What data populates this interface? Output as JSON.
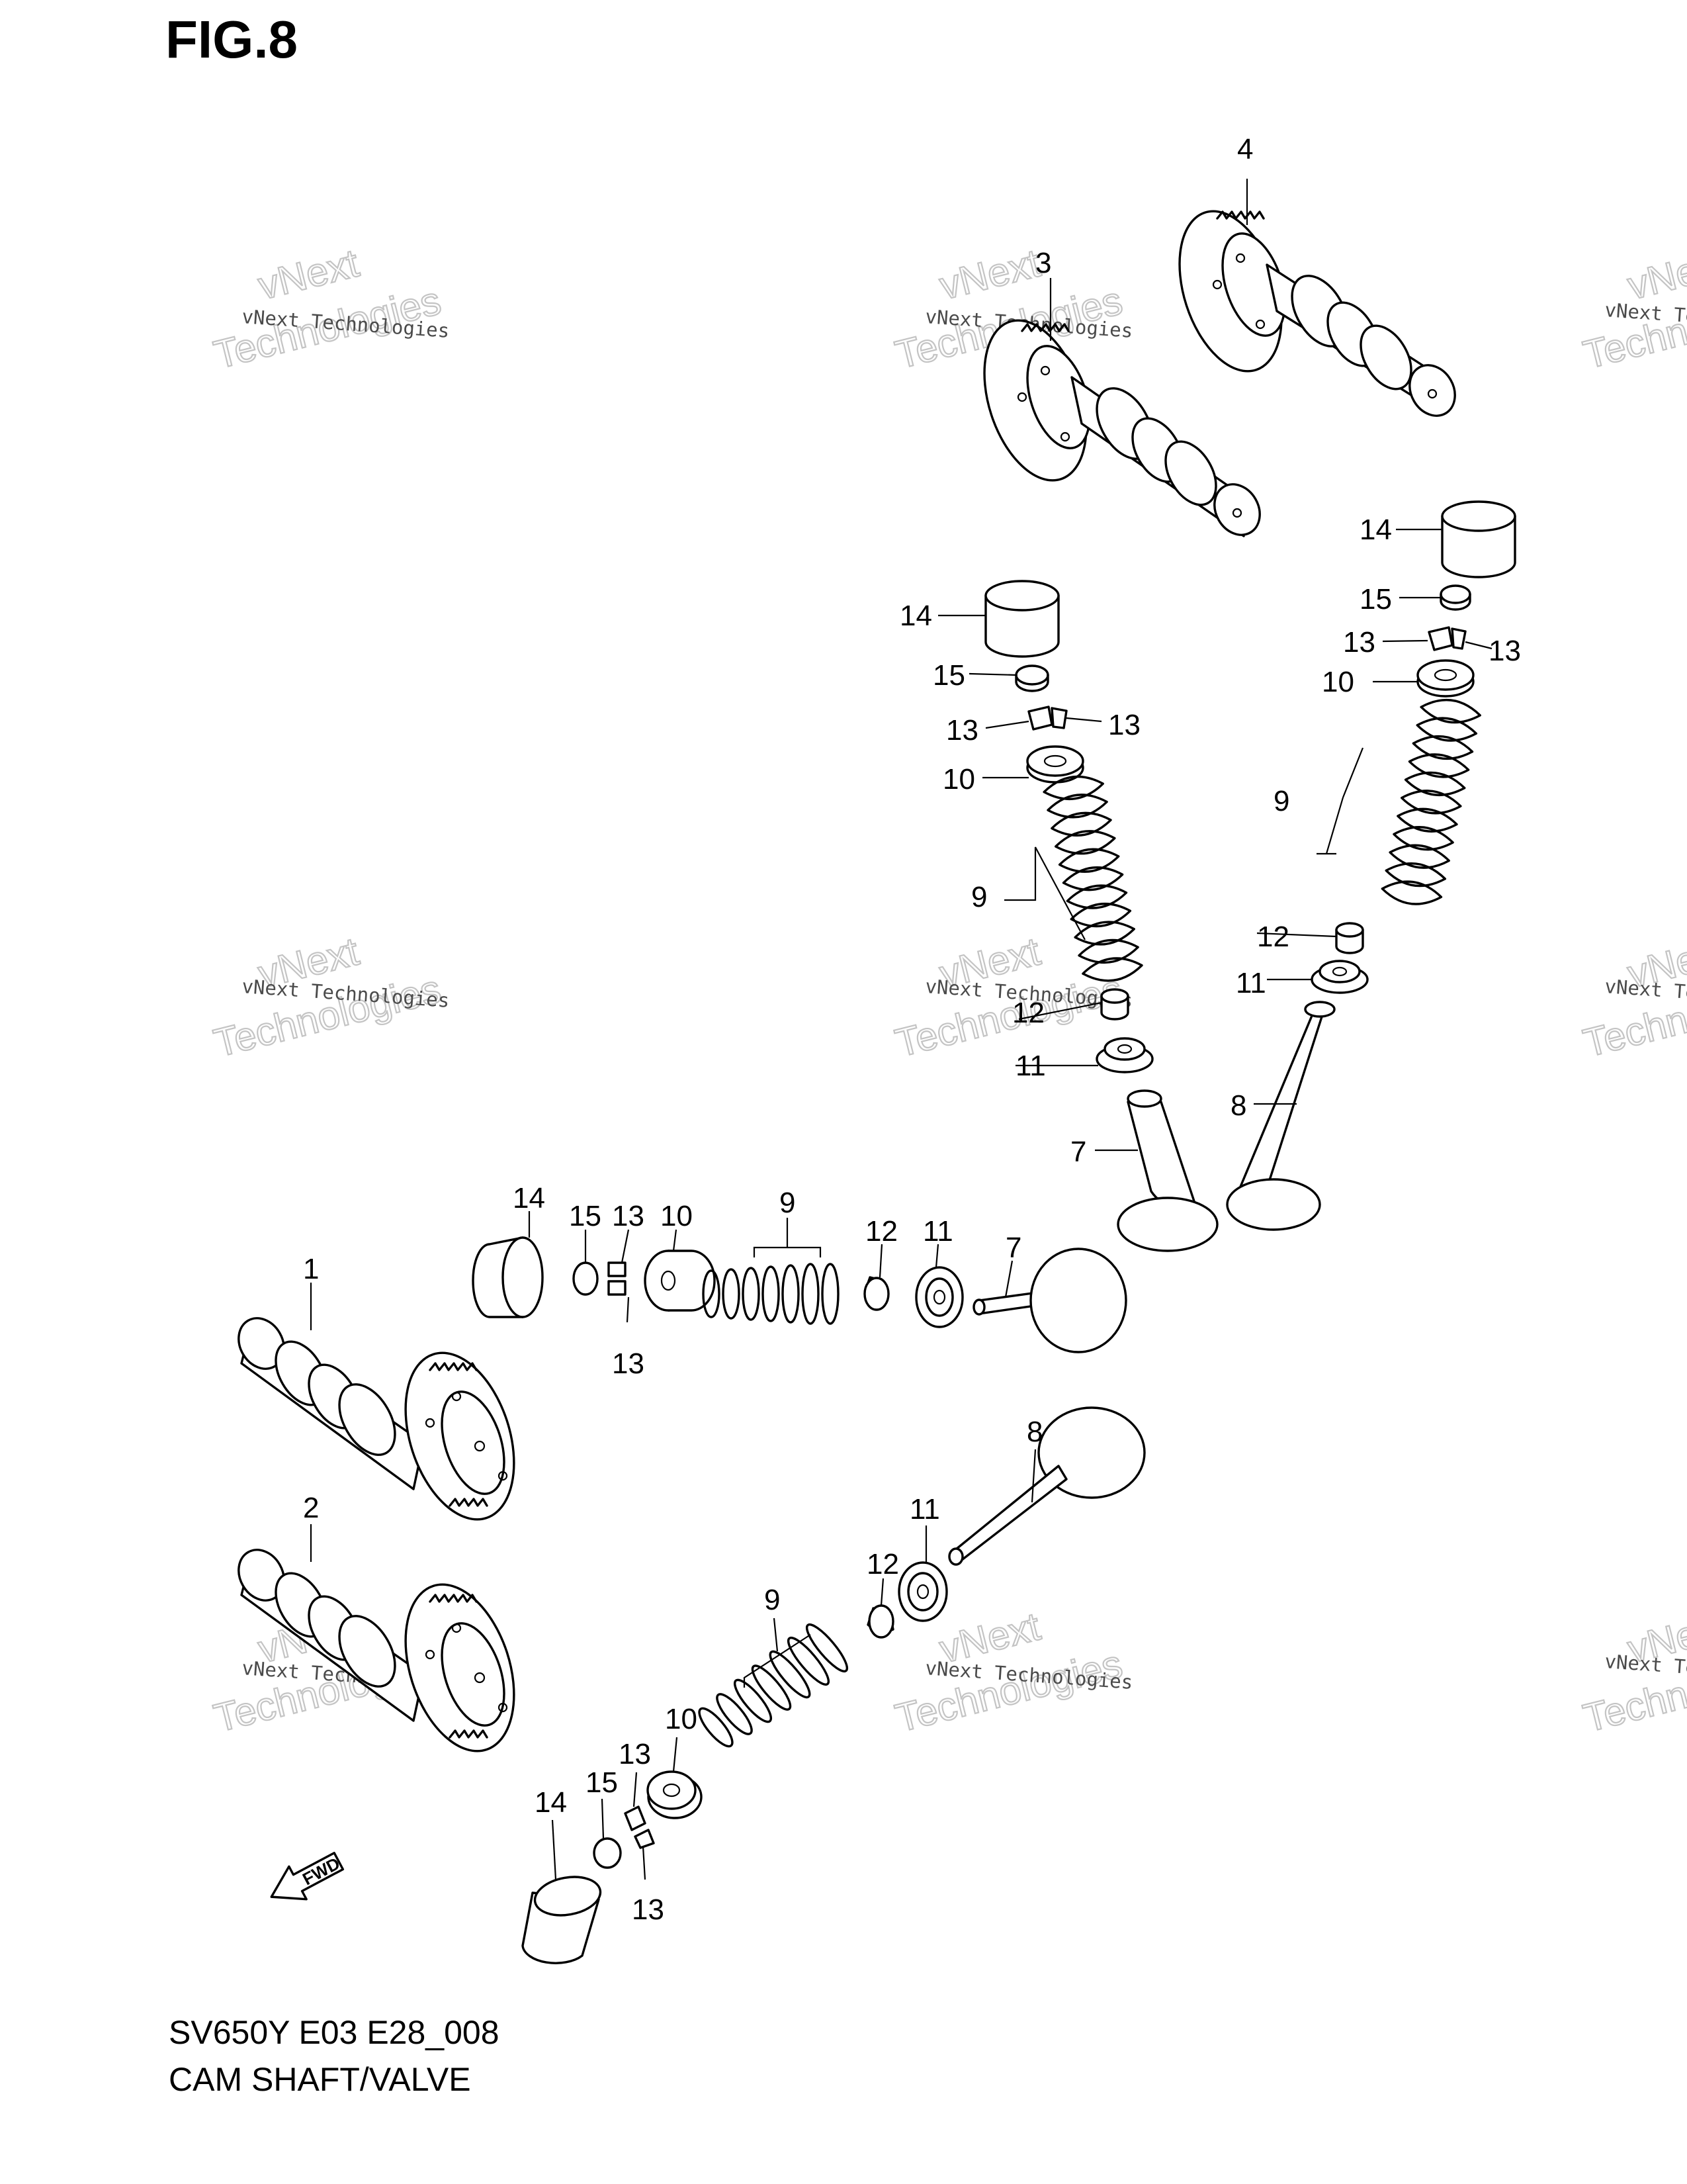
{
  "figure": {
    "title": "FIG.8"
  },
  "footer": {
    "model_code": "SV650Y E03 E28_008",
    "part_name": "CAM SHAFT/VALVE"
  },
  "watermark": {
    "line1": "vNext",
    "line2": "vNext Technologies",
    "line3": "Technologies"
  },
  "fwd_label": "FWD",
  "callouts": [
    {
      "label": "4"
    },
    {
      "label": "3"
    },
    {
      "label": "14"
    },
    {
      "label": "15"
    },
    {
      "label": "13"
    },
    {
      "label": "13"
    },
    {
      "label": "10"
    },
    {
      "label": "9"
    },
    {
      "label": "12"
    },
    {
      "label": "11"
    },
    {
      "label": "8"
    },
    {
      "label": "14"
    },
    {
      "label": "15"
    },
    {
      "label": "13"
    },
    {
      "label": "13"
    },
    {
      "label": "10"
    },
    {
      "label": "9"
    },
    {
      "label": "12"
    },
    {
      "label": "11"
    },
    {
      "label": "7"
    },
    {
      "label": "14"
    },
    {
      "label": "15"
    },
    {
      "label": "13"
    },
    {
      "label": "10"
    },
    {
      "label": "9"
    },
    {
      "label": "12"
    },
    {
      "label": "11"
    },
    {
      "label": "7"
    },
    {
      "label": "13"
    },
    {
      "label": "1"
    },
    {
      "label": "8"
    },
    {
      "label": "11"
    },
    {
      "label": "12"
    },
    {
      "label": "9"
    },
    {
      "label": "10"
    },
    {
      "label": "13"
    },
    {
      "label": "15"
    },
    {
      "label": "14"
    },
    {
      "label": "13"
    },
    {
      "label": "2"
    }
  ]
}
